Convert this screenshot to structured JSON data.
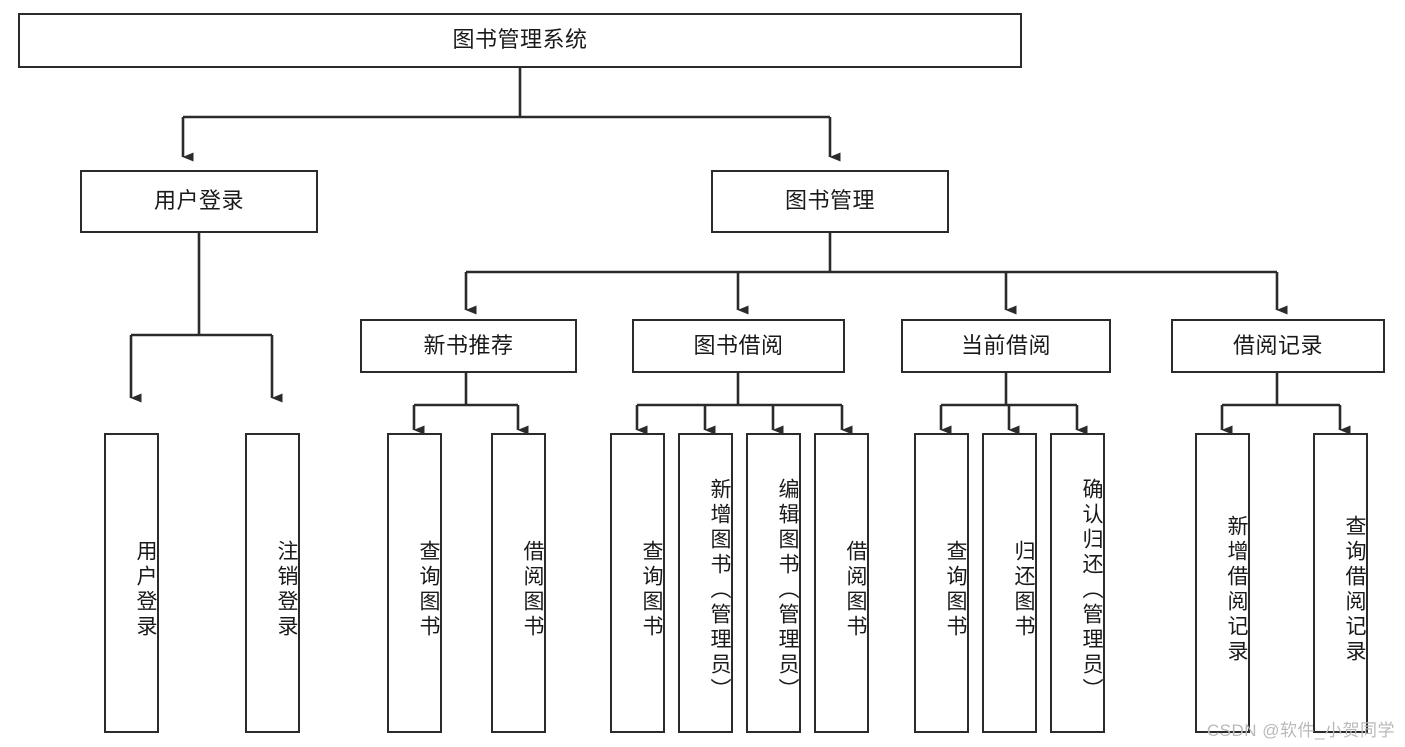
{
  "diagram": {
    "type": "tree-hierarchy",
    "title": "图书管理系统",
    "watermark": "CSDN @软件_小贺同学",
    "colors": {
      "stroke": "#2b2b2b",
      "fill": "#ffffff",
      "text": "#1a1a1a",
      "watermark": "#b9b9b9"
    },
    "levels": {
      "root": {
        "label": "图书管理系统"
      },
      "level2": [
        {
          "label": "用户登录"
        },
        {
          "label": "图书管理"
        }
      ],
      "level3": [
        {
          "label": "新书推荐"
        },
        {
          "label": "图书借阅"
        },
        {
          "label": "当前借阅"
        },
        {
          "label": "借阅记录"
        }
      ],
      "leaves": [
        {
          "label": "用户登录",
          "parent": "用户登录"
        },
        {
          "label": "注销登录",
          "parent": "用户登录"
        },
        {
          "label": "查询图书",
          "parent": "新书推荐"
        },
        {
          "label": "借阅图书",
          "parent": "新书推荐"
        },
        {
          "label": "查询图书",
          "parent": "图书借阅"
        },
        {
          "label": "新增图书（管理员）",
          "parent": "图书借阅"
        },
        {
          "label": "编辑图书（管理员）",
          "parent": "图书借阅"
        },
        {
          "label": "借阅图书",
          "parent": "图书借阅"
        },
        {
          "label": "查询图书",
          "parent": "当前借阅"
        },
        {
          "label": "归还图书",
          "parent": "当前借阅"
        },
        {
          "label": "确认归还（管理员）",
          "parent": "当前借阅"
        },
        {
          "label": "新增借阅记录",
          "parent": "借阅记录"
        },
        {
          "label": "查询借阅记录",
          "parent": "借阅记录"
        }
      ]
    }
  }
}
